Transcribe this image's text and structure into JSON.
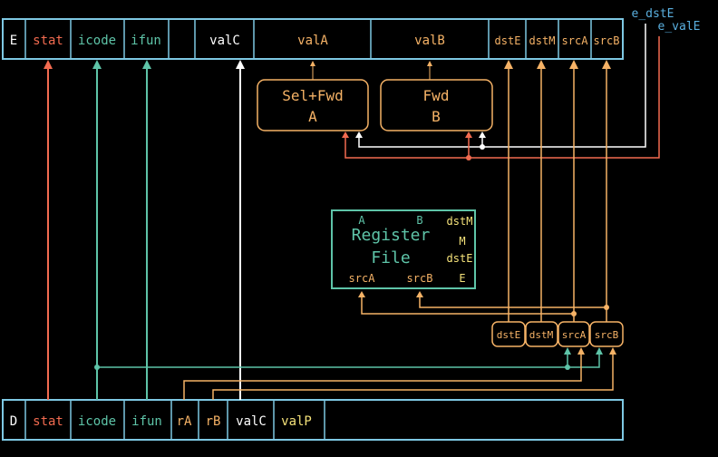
{
  "colors": {
    "background": "#000000",
    "frame": "#7ec8e3",
    "white": "#ffffff",
    "red": "#f26b50",
    "teal": "#5ec4a8",
    "orange": "#f5b266",
    "yellow": "#f5e27a",
    "blue_label": "#5ab0e0"
  },
  "e_register": {
    "stage": "E",
    "stat": "stat",
    "icode": "icode",
    "ifun": "ifun",
    "valC": "valC",
    "valA": "valA",
    "valB": "valB",
    "dstE": "dstE",
    "dstM": "dstM",
    "srcA": "srcA",
    "srcB": "srcB"
  },
  "d_register": {
    "stage": "D",
    "stat": "stat",
    "icode": "icode",
    "ifun": "ifun",
    "rA": "rA",
    "rB": "rB",
    "valC": "valC",
    "valP": "valP"
  },
  "sel_fwd_a": {
    "line1": "Sel+Fwd",
    "line2": "A"
  },
  "fwd_b": {
    "line1": "Fwd",
    "line2": "B"
  },
  "register_file": {
    "port_a": "A",
    "port_b": "B",
    "port_dstM": "dstM",
    "port_M": "M",
    "title_line1": "Register",
    "title_line2": "File",
    "port_dstE": "dstE",
    "port_E": "E",
    "port_srcA": "srcA",
    "port_srcB": "srcB"
  },
  "decode_blocks": {
    "dstE": "dstE",
    "dstM": "dstM",
    "srcA": "srcA",
    "srcB": "srcB"
  },
  "forward_signals": {
    "e_dstE": "e_dstE",
    "e_valE": "e_valE"
  }
}
